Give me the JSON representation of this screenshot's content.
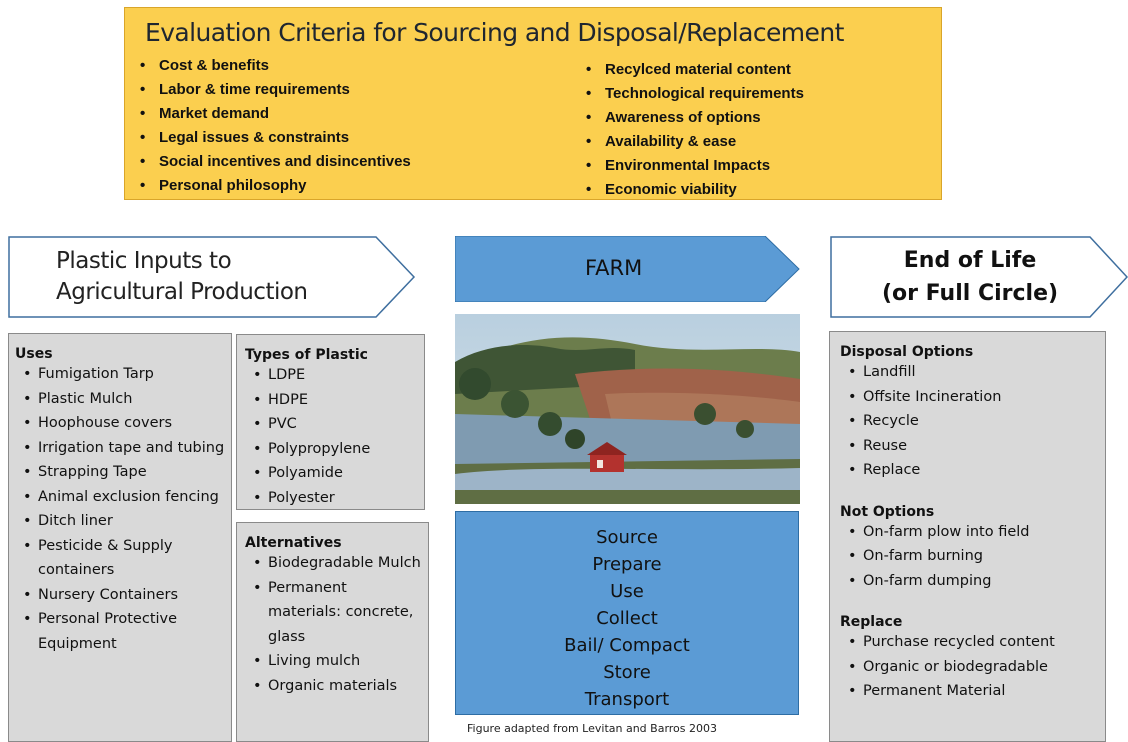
{
  "criteria": {
    "title": "Evaluation Criteria for Sourcing and Disposal/Replacement",
    "left": [
      "Cost & benefits",
      "Labor & time requirements",
      "Market demand",
      "Legal issues & constraints",
      "Social incentives and disincentives",
      "Personal philosophy"
    ],
    "right": [
      "Recylced material content",
      "Technological requirements",
      "Awareness of options",
      "Availability & ease",
      "Environmental Impacts",
      "Economic viability"
    ],
    "color": "#fbcf4f"
  },
  "inputs_arrow": {
    "line1": "Plastic Inputs to",
    "line2": "Agricultural Production"
  },
  "farm_arrow": {
    "label": "FARM",
    "color": "#5b9bd5"
  },
  "end_arrow": {
    "line1": "End of Life",
    "line2": "(or Full Circle)"
  },
  "uses": {
    "heading": "Uses",
    "items": [
      "Fumigation Tarp",
      "Plastic Mulch",
      "Hoophouse covers",
      "Irrigation tape and tubing",
      "Strapping Tape",
      "Animal exclusion fencing",
      "Ditch liner",
      "Pesticide & Supply containers",
      "Nursery Containers",
      "Personal Protective Equipment"
    ]
  },
  "types": {
    "heading": "Types of Plastic",
    "items": [
      "LDPE",
      "HDPE",
      "PVC",
      "Polypropylene",
      "Polyamide",
      "Polyester"
    ]
  },
  "alternatives": {
    "heading": "Alternatives",
    "items": [
      "Biodegradable Mulch",
      "Permanent materials: concrete, glass",
      "Living mulch",
      "Organic materials"
    ]
  },
  "steps": [
    "Source",
    "Prepare",
    "Use",
    "Collect",
    "Bail/ Compact",
    "Store",
    "Transport"
  ],
  "caption": "Figure adapted from Levitan and Barros 2003",
  "end_of_life": {
    "disposal_heading": "Disposal Options",
    "disposal_items": [
      "Landfill",
      "Offsite Incineration",
      "Recycle",
      "Reuse",
      "Replace"
    ],
    "not_heading": "Not Options",
    "not_items": [
      "On-farm plow into field",
      "On-farm burning",
      "On-farm dumping"
    ],
    "replace_heading": "Replace",
    "replace_items": [
      "Purchase recycled content",
      "Organic or biodegradable",
      "Permanent Material"
    ]
  }
}
